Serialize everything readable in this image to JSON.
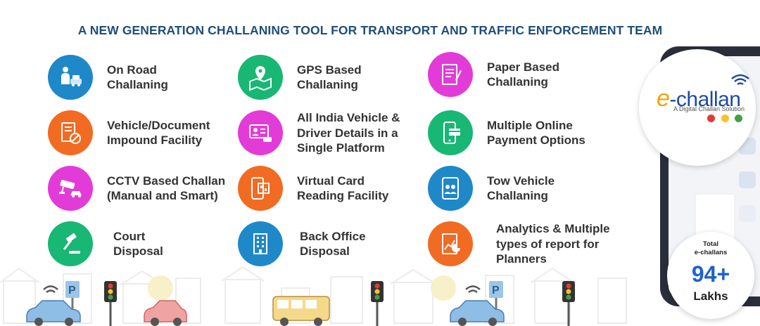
{
  "title": "A NEW GENERATION CHALLANING TOOL FOR TRANSPORT AND TRAFFIC ENFORCEMENT TEAM",
  "features": [
    {
      "label": "On Road\nChallaning",
      "icon": "traffic-police-icon",
      "color": "#1e88c9"
    },
    {
      "label": "GPS Based\nChallaning",
      "icon": "gps-map-icon",
      "color": "#18b774"
    },
    {
      "label": "Paper Based\nChallaning",
      "icon": "paper-form-icon",
      "color": "#e33bd8"
    },
    {
      "label": "Vehicle/Document\nImpound Facility",
      "icon": "document-impound-icon",
      "color": "#f26b22"
    },
    {
      "label": "All India Vehicle &\nDriver Details in a\nSingle Platform",
      "icon": "driver-id-card-icon",
      "color": "#e33bd8"
    },
    {
      "label": "Multiple Online\nPayment Options",
      "icon": "mobile-payment-icon",
      "color": "#18b774"
    },
    {
      "label": "CCTV Based Challan\n(Manual and Smart)",
      "icon": "cctv-camera-icon",
      "color": "#e33bd8"
    },
    {
      "label": "Virtual Card\nReading Facility",
      "icon": "card-reader-icon",
      "color": "#f26b22"
    },
    {
      "label": "Tow Vehicle\nChallaning",
      "icon": "tow-vehicle-icon",
      "color": "#1e88c9"
    },
    {
      "label": "Court\nDisposal",
      "icon": "court-gavel-icon",
      "color": "#18b774"
    },
    {
      "label": "Back Office\nDisposal",
      "icon": "back-office-building-icon",
      "color": "#1e88c9"
    },
    {
      "label": "Analytics & Multiple\ntypes of report for\nPlanners",
      "icon": "analytics-report-icon",
      "color": "#f26b22"
    }
  ],
  "logo": {
    "prefix": "e",
    "name": "-challan",
    "tagline": "A Digital Challan Solution",
    "dot_colors": [
      "#e53935",
      "#fbc02d",
      "#43a047"
    ]
  },
  "stats": {
    "label": "Total\ne-challans",
    "value": "94+",
    "unit": "Lakhs"
  }
}
